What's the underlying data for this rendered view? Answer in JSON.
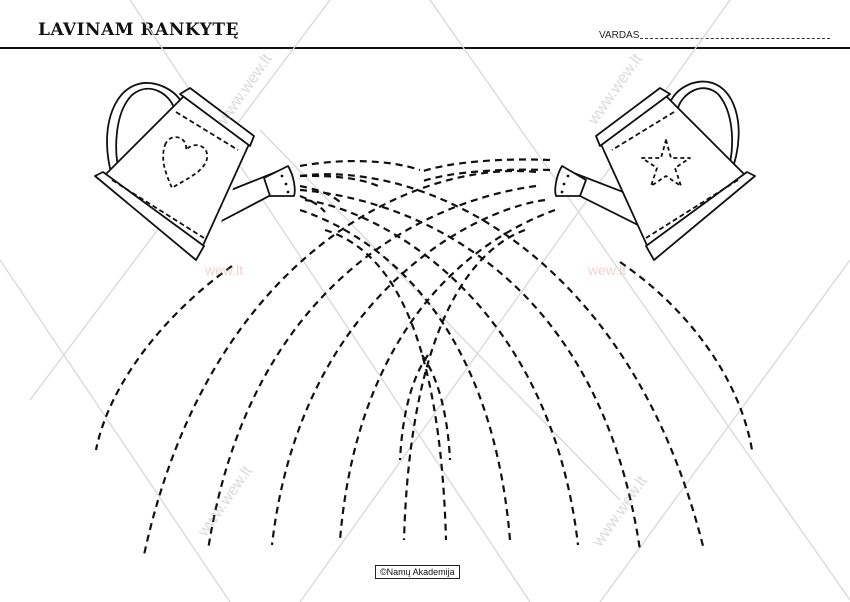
{
  "header": {
    "title": "LAVINAM RANKYTĘ",
    "name_label": "VARDAS"
  },
  "footer": {
    "copyright": "©Namų Akademija"
  },
  "watermark": {
    "text": "www.wew.lt",
    "short_text": "wew.lt"
  },
  "colors": {
    "ink": "#111111",
    "watermark_gray": "#969696",
    "watermark_red": "#dc7878"
  },
  "icons": {
    "left_can": "watering-can-heart-icon",
    "right_can": "watering-can-star-icon"
  }
}
